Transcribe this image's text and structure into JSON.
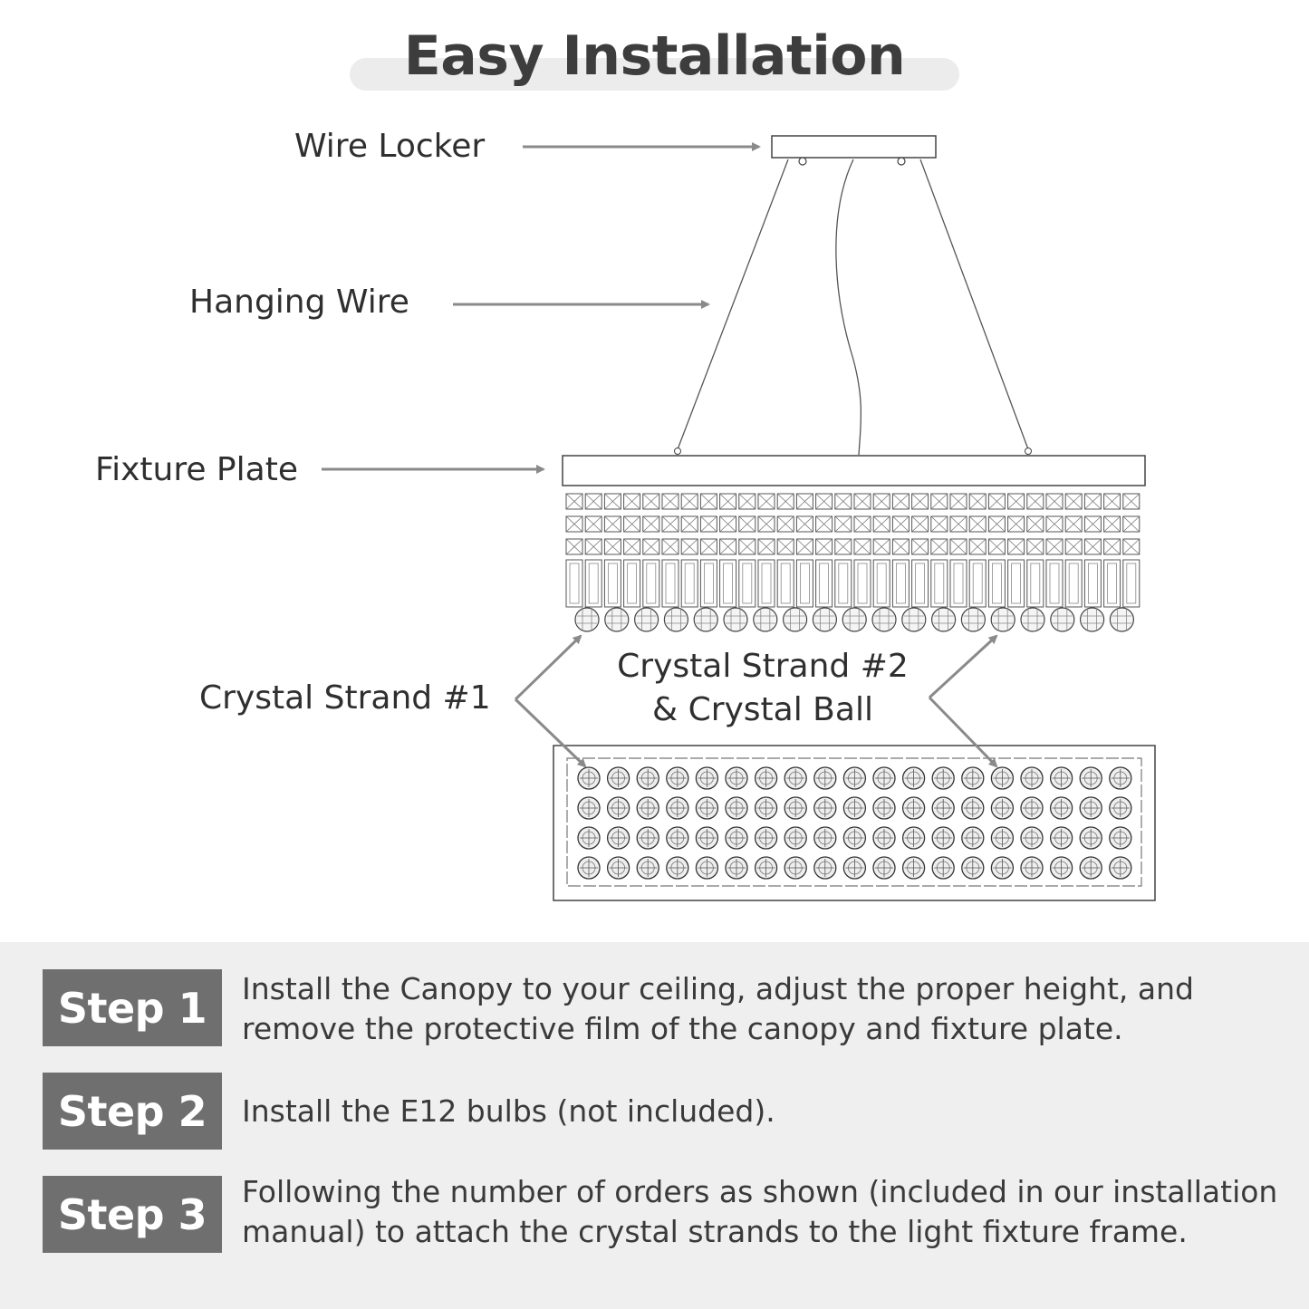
{
  "title": "Easy Installation",
  "labels": {
    "wire_locker": "Wire Locker",
    "hanging_wire": "Hanging Wire",
    "fixture_plate": "Fixture Plate",
    "crystal_strand_1": "Crystal Strand #1",
    "crystal_strand_2_line1": "Crystal Strand #2",
    "crystal_strand_2_line2": "& Crystal Ball"
  },
  "steps": [
    {
      "label": "Step 1",
      "text": "Install the Canopy to your ceiling, adjust the proper height, and remove the protective film of the canopy and fixture plate."
    },
    {
      "label": "Step 2",
      "text": "Install the E12 bulbs (not included)."
    },
    {
      "label": "Step 3",
      "text": "Following the number of orders as shown (included in our installation manual) to attach the crystal strands to the light fixture frame."
    }
  ],
  "colors": {
    "badge": "#6f6f6f",
    "panel": "#efefef",
    "arrow": "#8a8a8a",
    "line": "#555555"
  }
}
